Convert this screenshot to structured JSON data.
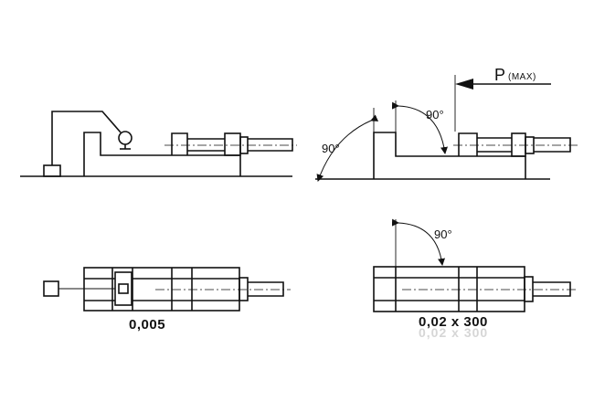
{
  "labels": {
    "angle_tl_left": "90°",
    "angle_tl_right": "90°",
    "angle_bottom": "90°",
    "force_letter": "P",
    "force_note": "(MAX)",
    "tolerance_left": "0,005",
    "tolerance_right": "0,02 x 300",
    "tolerance_right_ghost": "0,02 x 300"
  }
}
